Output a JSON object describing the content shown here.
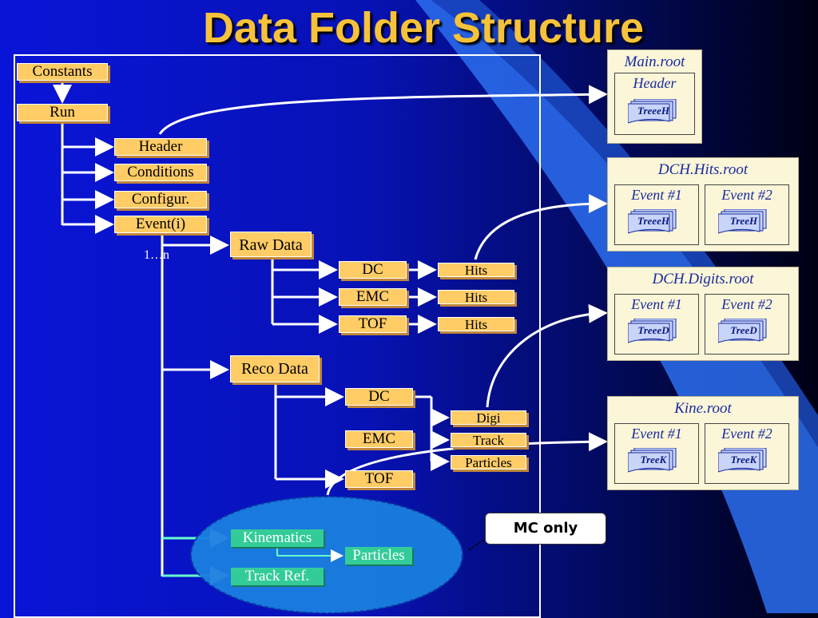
{
  "title": "Data Folder Structure",
  "tree": {
    "constants": "Constants",
    "run": "Run",
    "header": "Header",
    "conditions": "Conditions",
    "configur": "Configur.",
    "event": "Event(i)",
    "range": "1…n",
    "raw_data": "Raw Data",
    "raw_children": [
      "DC",
      "EMC",
      "TOF"
    ],
    "hits": [
      "Hits",
      "Hits",
      "Hits"
    ],
    "reco_data": "Reco Data",
    "reco_children": [
      "DC",
      "EMC",
      "TOF"
    ],
    "reco_leaves": [
      "Digi",
      "Track",
      "Particles"
    ],
    "kinematics": "Kinematics",
    "particles": "Particles",
    "track_ref": "Track Ref."
  },
  "callout": "MC only",
  "files": [
    {
      "name": "Main.root",
      "events": [
        {
          "label": "Header",
          "tree": "TreeeH"
        }
      ]
    },
    {
      "name": "DCH.Hits.root",
      "events": [
        {
          "label": "Event #1",
          "tree": "TreeeH"
        },
        {
          "label": "Event #2",
          "tree": "TreeH"
        }
      ]
    },
    {
      "name": "DCH.Digits.root",
      "events": [
        {
          "label": "Event #1",
          "tree": "TreeeD"
        },
        {
          "label": "Event #2",
          "tree": "TreeD"
        }
      ]
    },
    {
      "name": "Kine.root",
      "events": [
        {
          "label": "Event #1",
          "tree": "TreeK"
        },
        {
          "label": "Event #2",
          "tree": "TreeK"
        }
      ]
    }
  ],
  "colors": {
    "box": "#ffcc66",
    "mc_box": "#33cc99",
    "title": "#f6c23a",
    "mc_ellipse": "#1a7fe0"
  }
}
